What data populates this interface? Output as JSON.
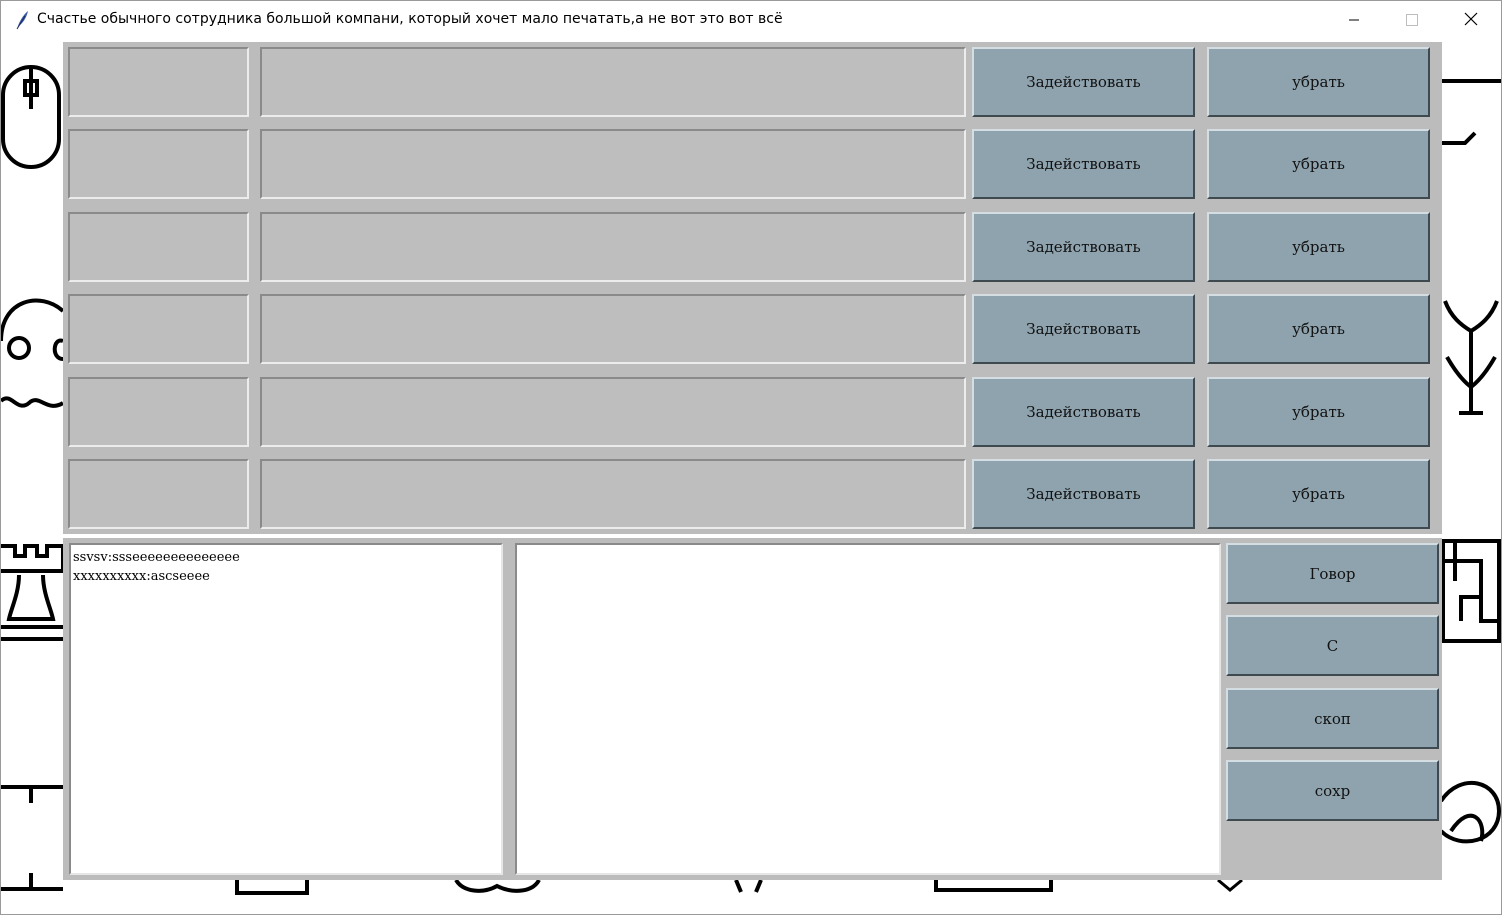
{
  "window": {
    "title": "Счастье обычного сотрудника большой компани, который хочет мало печатать,а не вот это вот всё",
    "minimize_icon": "minimize-icon",
    "maximize_icon": "maximize-icon",
    "close_icon": "close-icon",
    "app_icon": "feather-icon"
  },
  "rows": [
    {
      "short_value": "",
      "long_value": "",
      "activate_label": "Задействовать",
      "remove_label": "убрать"
    },
    {
      "short_value": "",
      "long_value": "",
      "activate_label": "Задействовать",
      "remove_label": "убрать"
    },
    {
      "short_value": "",
      "long_value": "",
      "activate_label": "Задействовать",
      "remove_label": "убрать"
    },
    {
      "short_value": "",
      "long_value": "",
      "activate_label": "Задействовать",
      "remove_label": "убрать"
    },
    {
      "short_value": "",
      "long_value": "",
      "activate_label": "Задействовать",
      "remove_label": "убрать"
    },
    {
      "short_value": "",
      "long_value": "",
      "activate_label": "Задействовать",
      "remove_label": "убрать"
    }
  ],
  "log": {
    "lines": [
      "ssvsv:sssееееееееееееее",
      "xxxxxxxxxx:ascseeee"
    ]
  },
  "editor": {
    "value": ""
  },
  "side_buttons": [
    "Говор",
    "С",
    "скоп",
    "сохр"
  ],
  "colors": {
    "panel": "#bcbcbc",
    "button": "#8fa3ae",
    "field": "#bebebe"
  }
}
